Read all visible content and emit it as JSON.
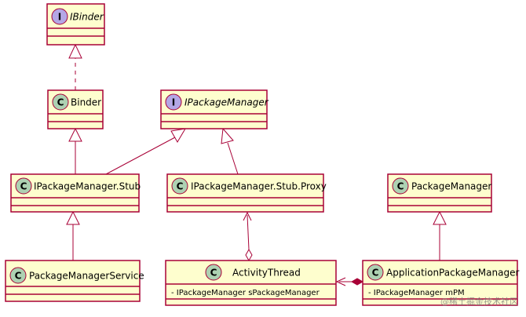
{
  "diagram": {
    "classes": {
      "ibinder": {
        "name": "IBinder",
        "kind": "I"
      },
      "binder": {
        "name": "Binder",
        "kind": "C"
      },
      "ipackagemanager": {
        "name": "IPackageManager",
        "kind": "I"
      },
      "stub": {
        "name": "IPackageManager.Stub",
        "kind": "C"
      },
      "proxy": {
        "name": "IPackageManager.Stub.Proxy",
        "kind": "C"
      },
      "service": {
        "name": "PackageManagerService",
        "kind": "C"
      },
      "activitythread": {
        "name": "ActivityThread",
        "kind": "C",
        "field": "- IPackageManager sPackageManager"
      },
      "packagemanager": {
        "name": "PackageManager",
        "kind": "C"
      },
      "apm": {
        "name": "ApplicationPackageManager",
        "kind": "C",
        "field": "- IPackageManager mPM"
      }
    },
    "watermark": "@稀土掘金技术社区",
    "colors": {
      "box_fill": "#FEFECE",
      "border": "#A80036",
      "class_badge": "#ADD1B2",
      "interface_badge": "#B4A7E5"
    }
  }
}
